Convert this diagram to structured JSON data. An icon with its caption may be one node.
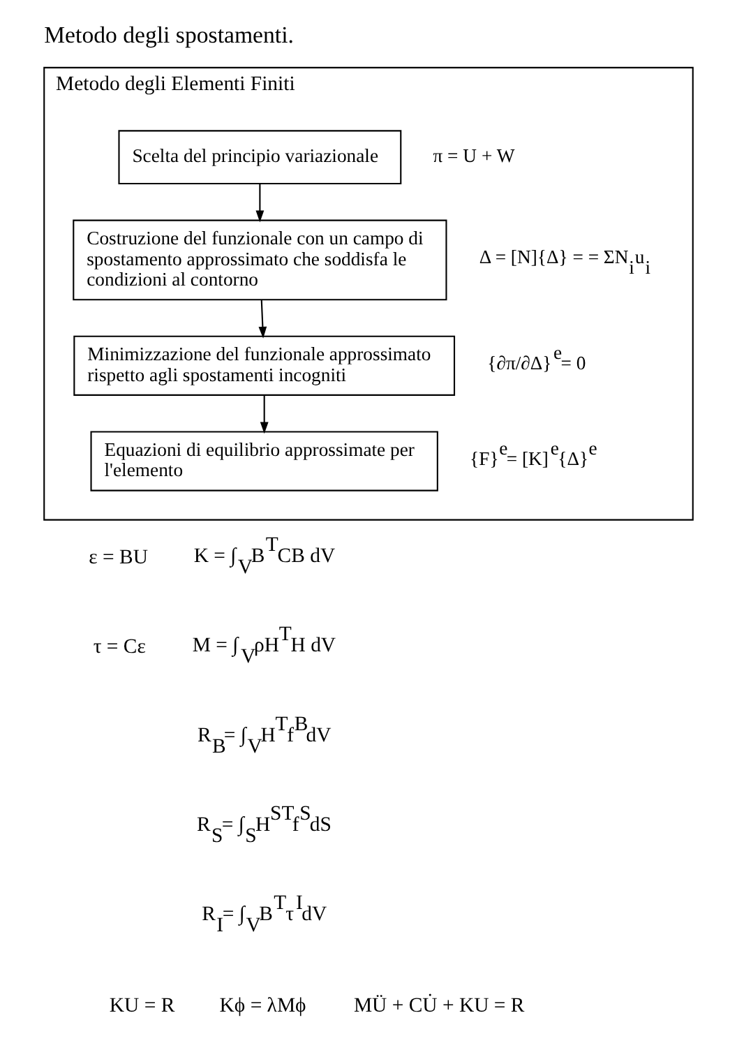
{
  "diagram": {
    "title": "Metodo degli spostamenti.",
    "nodes": [
      {
        "text": [
          "Metodo degli Elementi Finiti"
        ]
      },
      {
        "text": [
          "Scelta del principio variazionale"
        ],
        "in": 0,
        "beside": [
          "π = U + W"
        ]
      },
      {
        "text": [
          "Costruzione del funzionale con un campo di spostamento approssimato che soddisfa le condizioni al contorno"
        ],
        "in": 0,
        "beside": [
          "Δ = [N]{Δ} = = ΣN$_{i}$u$_{i}$"
        ]
      },
      {
        "text": [
          "Minimizzazione del funzionale approssimato rispetto agli spostamenti incogniti"
        ],
        "in": 0,
        "beside": [
          "{∂π/∂Δ}$^{e}$= 0"
        ]
      },
      {
        "text": [
          "Equazioni di equilibrio approssimate per l'elemento"
        ],
        "in": 0,
        "beside": [
          "{F}$^{e}$= [K]$^{e}${Δ}$^{e}$"
        ]
      }
    ],
    "edges": [
      {
        "from": 1,
        "to": 2,
        "arrow": "to"
      },
      {
        "from": 2,
        "to": 3,
        "arrow": "to"
      },
      {
        "from": 3,
        "to": 4,
        "arrow": "to"
      }
    ],
    "labels": [
      "ε = BU",
      "K = ∫$_{V}$B$^{T}$CB dV",
      "τ = Cε",
      "M = ∫$_{V}$ρH$^{T}$H dV",
      "R$_{B}$= ∫$_{V}$H$^{T}$f$^{B}$dV",
      "R$_{S}$= ∫$_{S}$H$^{ST}$f$^{S}$dS",
      "R$_{I}$= ∫$_{V}$B$^{T}$τ$^{I}$dV",
      "KU = R",
      "Kϕ = λMϕ",
      "MÜ + CU̇ + KU = R"
    ]
  }
}
